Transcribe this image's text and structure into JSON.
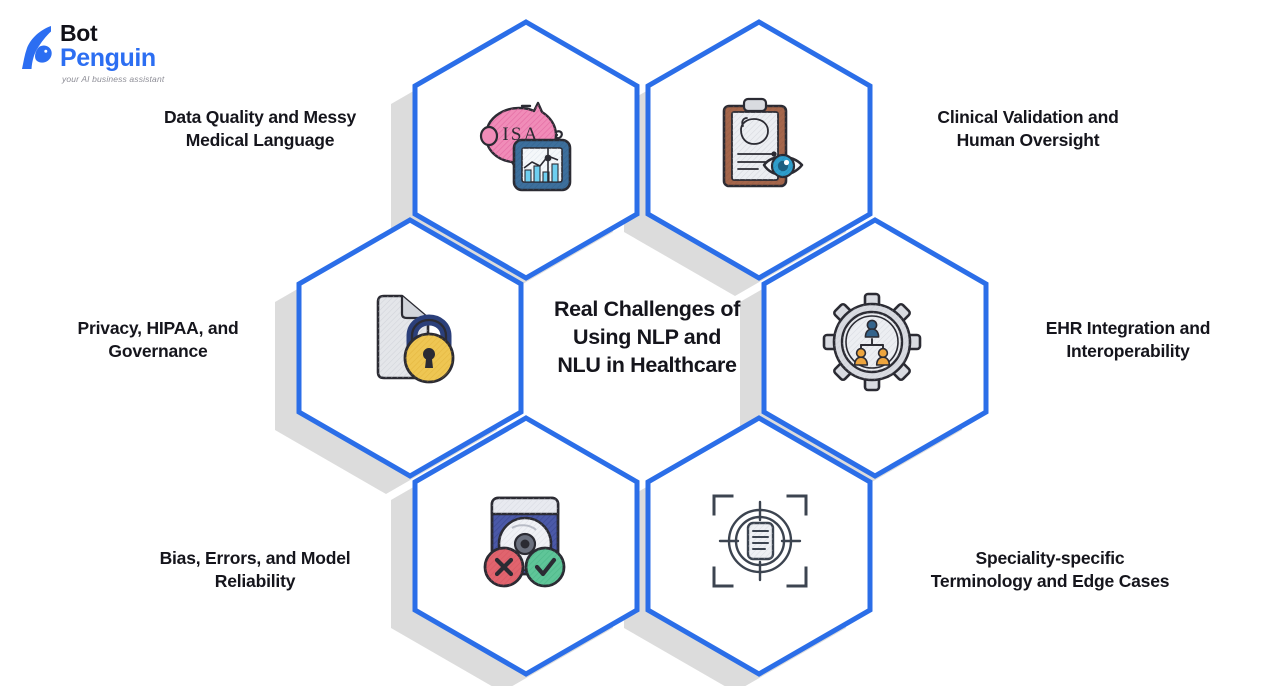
{
  "brand": {
    "name_line1": "Bot",
    "name_line2": "Penguin",
    "tagline": "your AI business assistant",
    "mark_icon": "penguin-icon",
    "accent_color": "#2c6ef2",
    "dark_color": "#111118"
  },
  "theme": {
    "hex_stroke_color": "#2b6ee8",
    "hex_shadow_color": "#dcdcdc",
    "background": "#ffffff",
    "text_color": "#15151c"
  },
  "center": {
    "title": "Real Challenges of Using NLP and NLU in Healthcare",
    "title_lines": [
      "Real Challenges of",
      "Using NLP and",
      "NLU in Healthcare"
    ]
  },
  "nodes": [
    {
      "id": "data-quality",
      "position": "top-left",
      "label": "Data Quality and Messy Medical Language",
      "label_lines": [
        "Data Quality and Messy",
        "Medical Language"
      ],
      "icon": "piggy-bank-chart-icon",
      "icon_text": "ISA",
      "icon_colors": {
        "primary": "#ee6fa8",
        "secondary": "#2f5d86",
        "accent": "#6ecff0"
      }
    },
    {
      "id": "clinical-validation",
      "position": "top-right",
      "label": "Clinical Validation and Human Oversight",
      "label_lines": [
        "Clinical Validation and",
        "Human Oversight"
      ],
      "icon": "clipboard-eye-icon",
      "icon_text": "",
      "icon_colors": {
        "primary": "#9a5f46",
        "secondary": "#1f8fc4",
        "accent": "#e9e9ee"
      }
    },
    {
      "id": "privacy-hipaa",
      "position": "middle-left",
      "label": "Privacy, HIPAA, and Governance",
      "label_lines": [
        "Privacy, HIPAA, and",
        "Governance"
      ],
      "icon": "document-lock-icon",
      "icon_text": "",
      "icon_colors": {
        "primary": "#e7c14a",
        "secondary": "#2b3f7a",
        "accent": "#dadade"
      }
    },
    {
      "id": "ehr-integration",
      "position": "middle-right",
      "label": "EHR Integration and Interoperability",
      "label_lines": [
        "EHR Integration and",
        "Interoperability"
      ],
      "icon": "gear-hierarchy-icon",
      "icon_text": "",
      "icon_colors": {
        "primary": "#d7d9de",
        "secondary": "#34648c",
        "accent": "#e6a33c"
      }
    },
    {
      "id": "bias-errors",
      "position": "bottom-left",
      "label": "Bias, Errors, and Model Reliability",
      "label_lines": [
        "Bias, Errors, and Model",
        "Reliability"
      ],
      "icon": "disc-check-cross-icon",
      "icon_text": "",
      "icon_colors": {
        "primary": "#3f4d9e",
        "secondary": "#e0646e",
        "accent": "#5fc598"
      }
    },
    {
      "id": "speciality-terminology",
      "position": "bottom-right",
      "label": "Speciality-specific Terminology and Edge Cases",
      "label_lines": [
        "Speciality-specific",
        "Terminology and Edge Cases"
      ],
      "icon": "target-document-icon",
      "icon_text": "",
      "icon_colors": {
        "primary": "#3c4450",
        "secondary": "#e8e9ed",
        "accent": "#7a818c"
      }
    }
  ]
}
